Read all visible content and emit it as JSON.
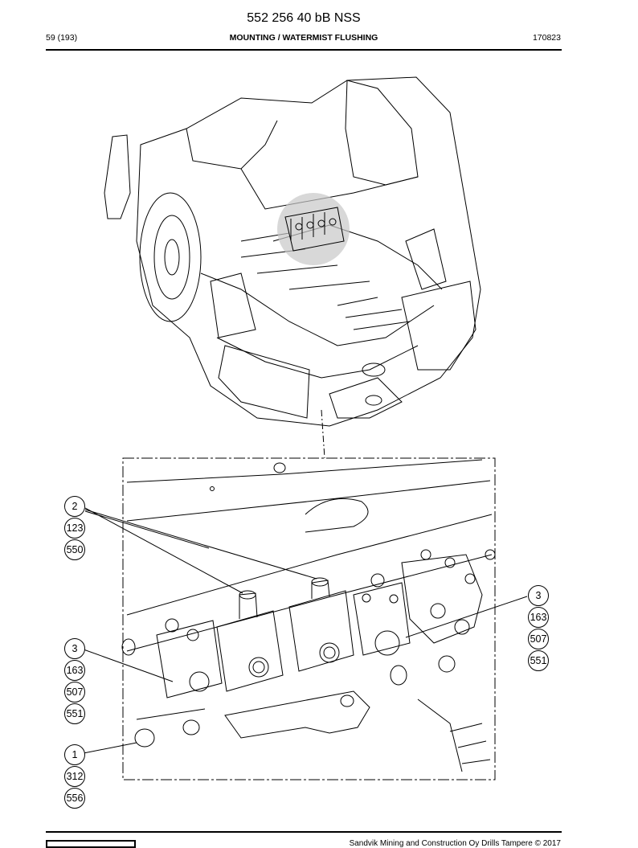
{
  "header": {
    "title": "552 256 40 bB NSS",
    "page": "59 (193)",
    "section": "MOUNTING / WATERMIST FLUSHING",
    "code": "170823"
  },
  "callouts": {
    "group_left_top": [
      "2",
      "123",
      "550"
    ],
    "group_right": [
      "3",
      "163",
      "507",
      "551"
    ],
    "group_left_mid": [
      "3",
      "163",
      "507",
      "551"
    ],
    "group_left_bottom": [
      "1",
      "312",
      "556"
    ]
  },
  "footer": {
    "copyright": "Sandvik Mining and Construction Oy Drills Tampere © 2017"
  }
}
